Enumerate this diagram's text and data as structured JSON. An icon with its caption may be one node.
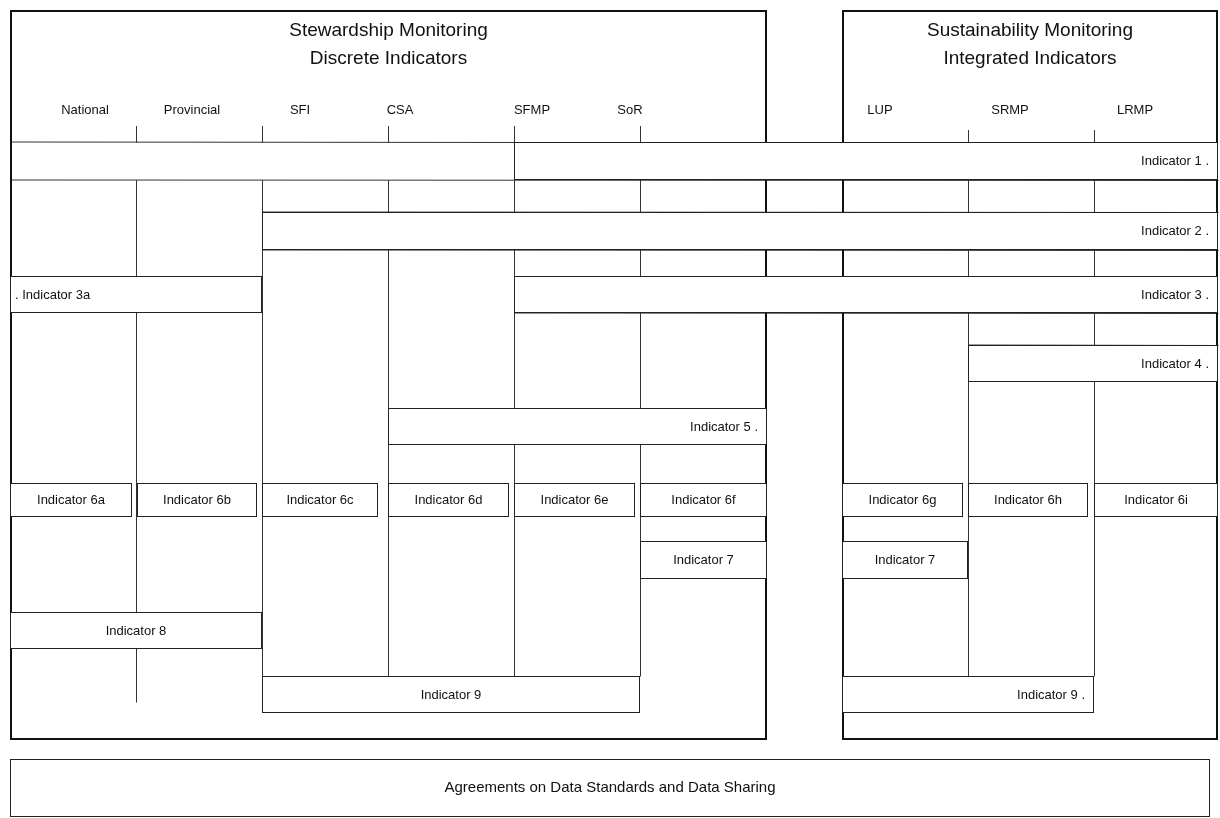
{
  "diagram": {
    "nodes": [
      {
        "text": [
          "Stewardship Monitoring Discrete Indicators"
        ]
      },
      {
        "text": [
          "Sustainability Monitoring Integrated Indicators"
        ]
      },
      {
        "text": [
          "Indicator 1 ."
        ]
      },
      {
        "text": [
          "Indicator 2 ."
        ]
      },
      {
        "text": [
          ". Indicator 3a"
        ],
        "in": 0
      },
      {
        "text": [
          "Indicator 3 ."
        ]
      },
      {
        "text": [
          "Indicator 4 ."
        ],
        "in": 1
      },
      {
        "text": [
          "Indicator 5 ."
        ],
        "in": 0
      },
      {
        "text": [
          "Indicator 6a"
        ],
        "in": 0
      },
      {
        "text": [
          "Indicator 6b"
        ],
        "in": 0
      },
      {
        "text": [
          "Indicator 6c"
        ],
        "in": 0
      },
      {
        "text": [
          "Indicator 6d"
        ],
        "in": 0
      },
      {
        "text": [
          "Indicator 6e"
        ],
        "in": 0
      },
      {
        "text": [
          "Indicator 6f"
        ],
        "in": 0
      },
      {
        "text": [
          "Indicator 6g"
        ],
        "in": 1
      },
      {
        "text": [
          "Indicator 6h"
        ],
        "in": 1
      },
      {
        "text": [
          "Indicator 6i"
        ],
        "in": 1
      },
      {
        "text": [
          "Indicator 7"
        ],
        "in": 0
      },
      {
        "text": [
          "Indicator 7"
        ],
        "in": 1
      },
      {
        "text": [
          "Indicator 8"
        ],
        "in": 0
      },
      {
        "text": [
          "Indicator 9"
        ],
        "in": 0
      },
      {
        "text": [
          "Indicator 9 ."
        ],
        "in": 1
      },
      {
        "text": [
          "Agreements on Data Standards and Data Sharing"
        ]
      }
    ],
    "labels": [
      "National",
      "Provincial",
      "SFI",
      "CSA",
      "SFMP",
      "SoR",
      "LUP",
      "SRMP",
      "LRMP"
    ]
  }
}
